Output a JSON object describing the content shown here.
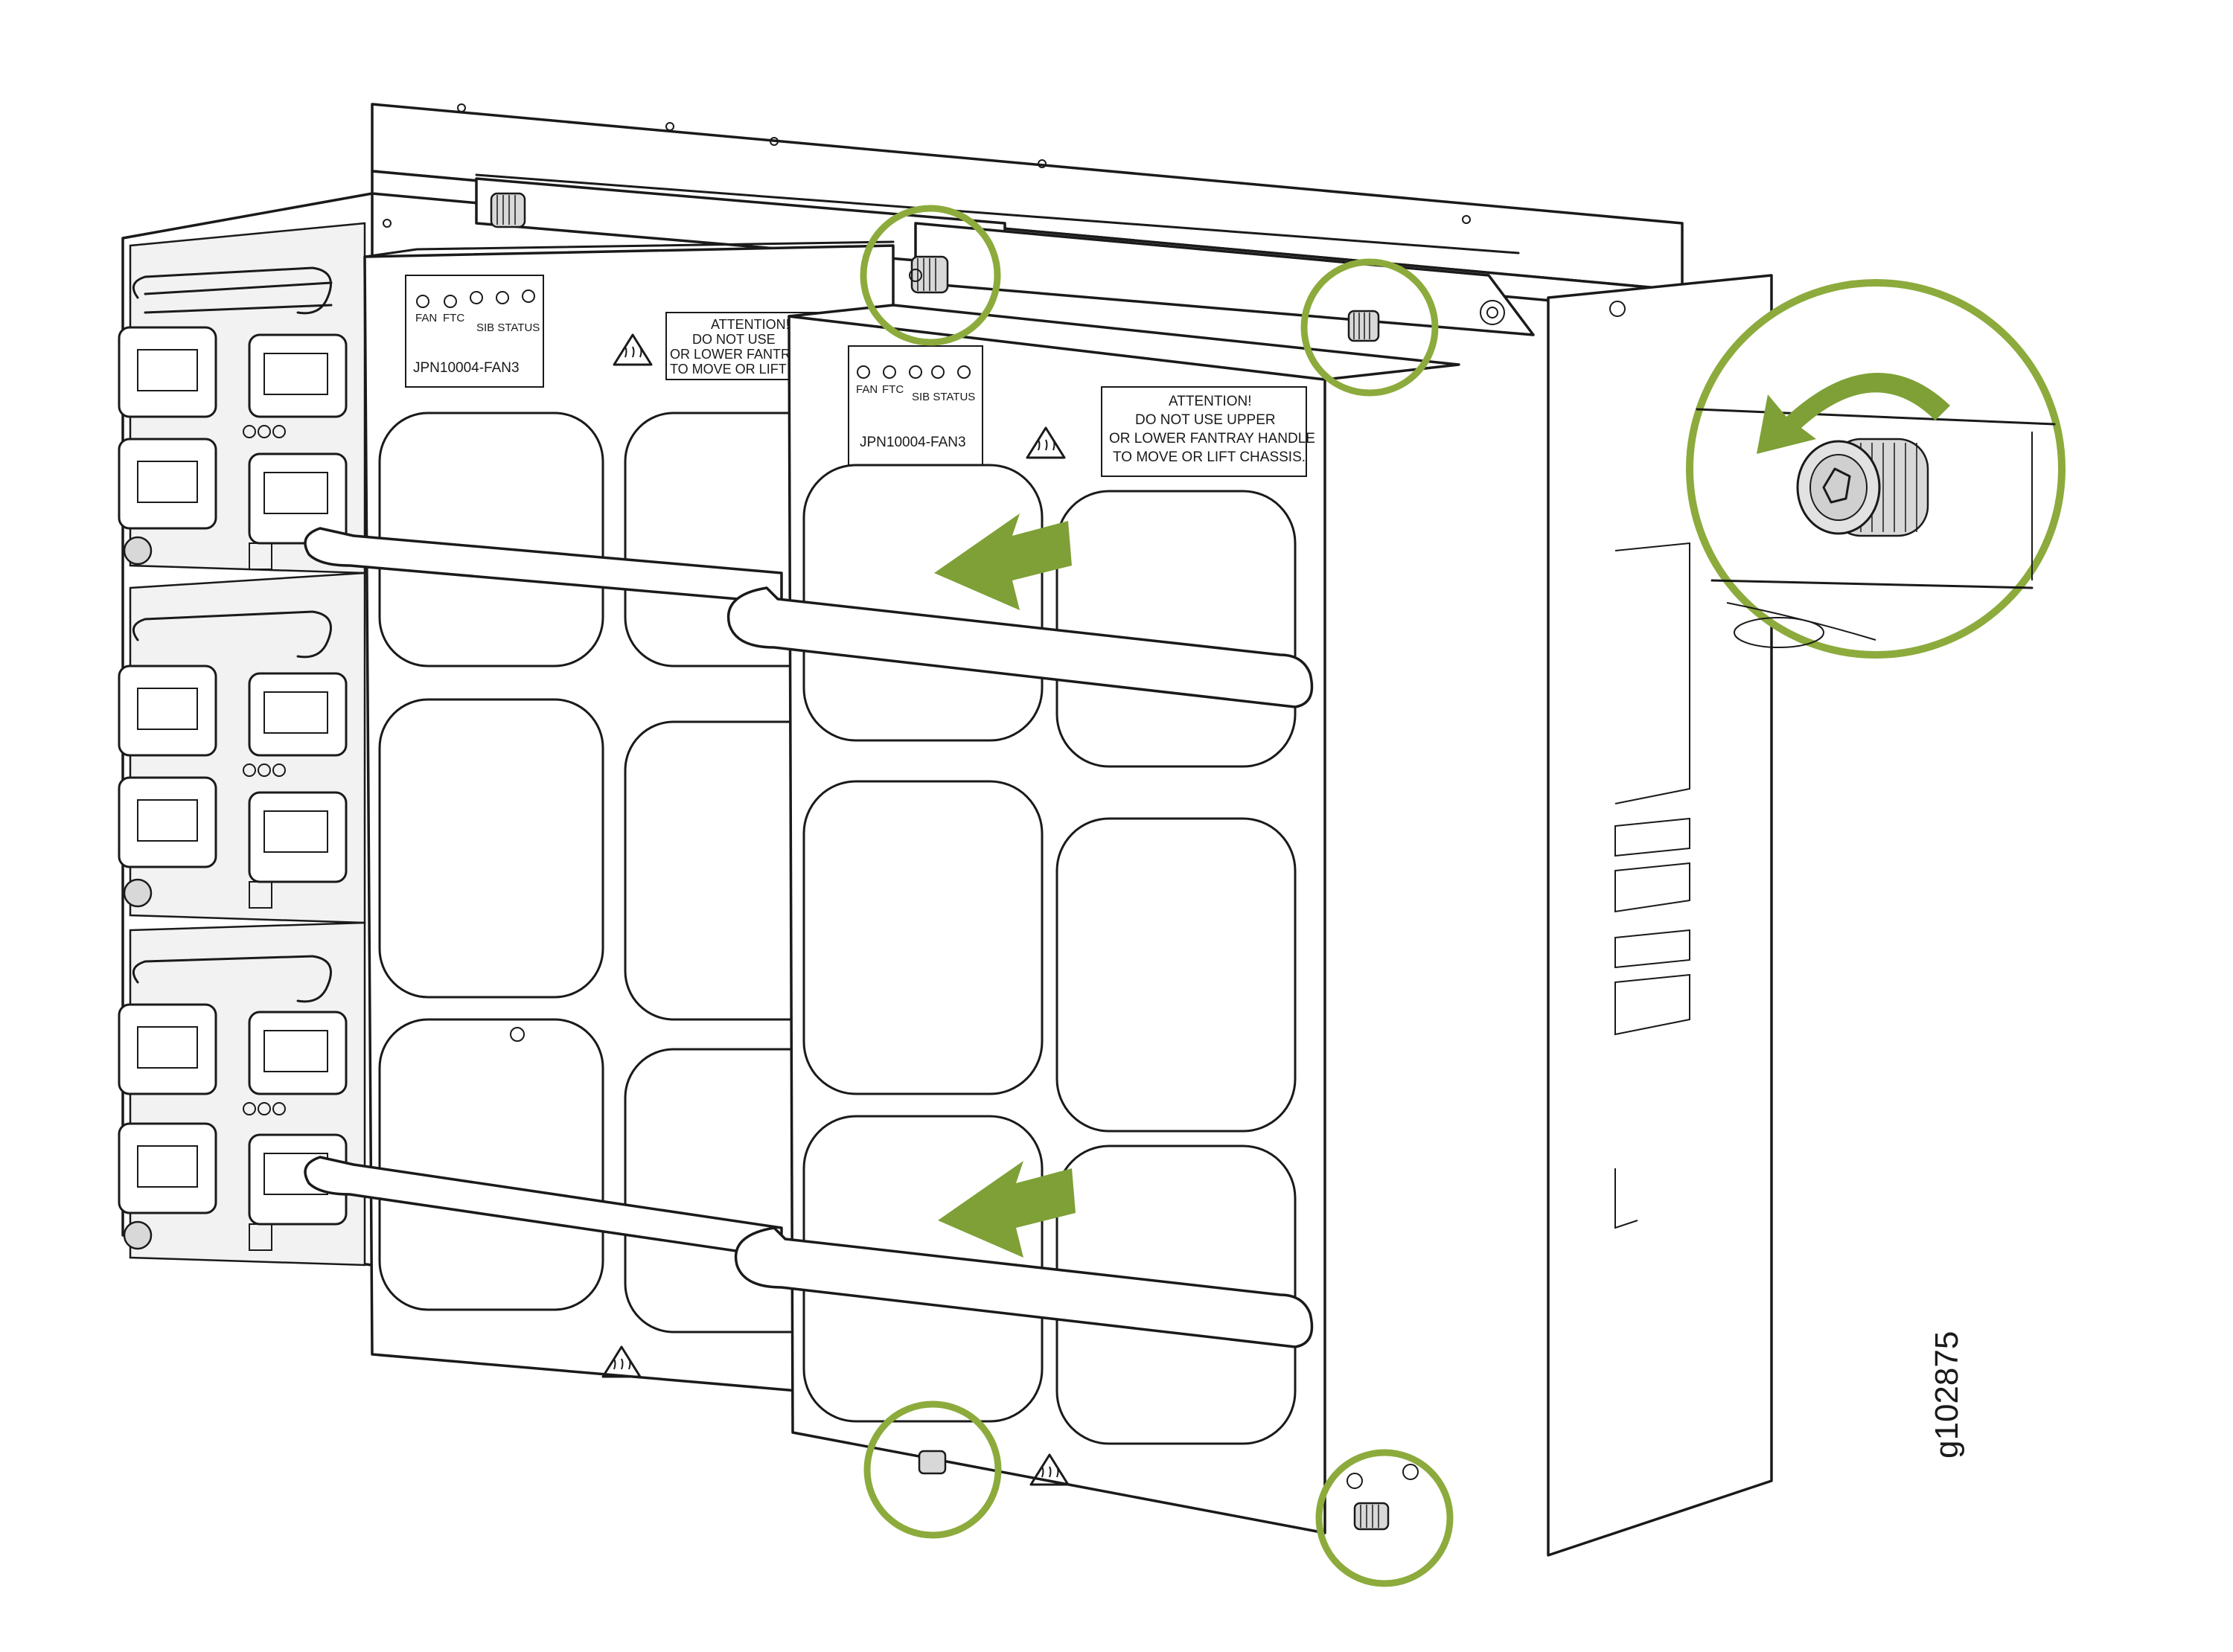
{
  "figure_id": "g102875",
  "fan_tray_rear": {
    "model_label": "JPN10004-FAN3",
    "led_labels": [
      "FAN",
      "FTC",
      "SIB STATUS"
    ],
    "warning_lines": [
      "ATTENTION!",
      "DO NOT USE",
      "OR LOWER FANTRA",
      "TO MOVE OR LIFT"
    ]
  },
  "fan_tray_front": {
    "model_label": "JPN10004-FAN3",
    "led_labels": [
      "FAN",
      "FTC",
      "SIB STATUS"
    ],
    "warning_lines": [
      "ATTENTION!",
      "DO NOT USE UPPER",
      "OR LOWER FANTRAY HANDLE",
      "TO MOVE OR LIFT CHASSIS."
    ]
  },
  "colors": {
    "highlight": "#8cab3c",
    "arrow": "#7ea037",
    "line": "#1a1a1a"
  },
  "icons": [
    "hot-surface-warning-icon",
    "captive-screw-icon",
    "rotation-arrow-icon",
    "pull-direction-arrow-icon"
  ]
}
